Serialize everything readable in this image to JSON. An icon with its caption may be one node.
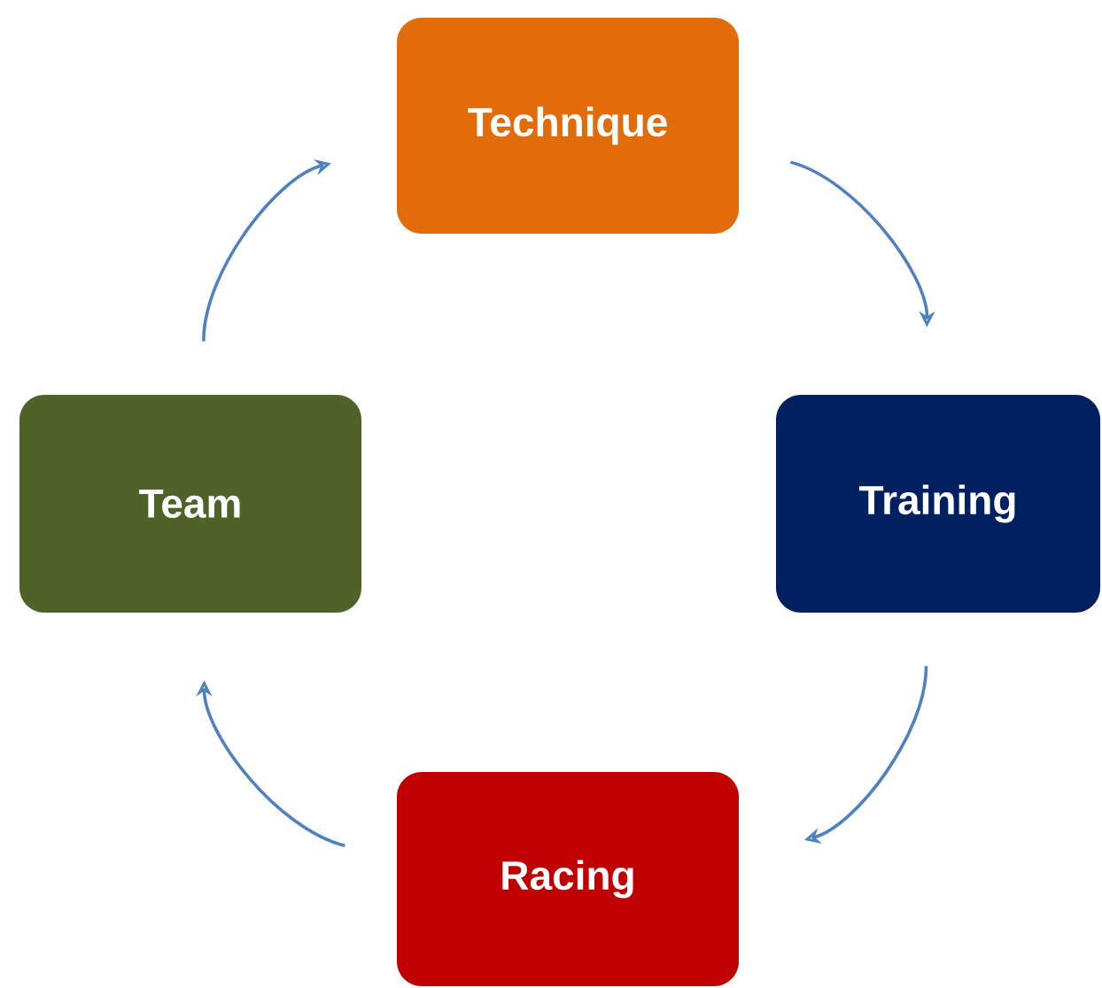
{
  "diagram": {
    "nodes": [
      {
        "text": [
          "Technique"
        ]
      },
      {
        "text": [
          "Training"
        ]
      },
      {
        "text": [
          "Racing"
        ]
      },
      {
        "text": [
          "Team"
        ]
      }
    ],
    "edges": [
      {
        "from": 0,
        "to": 1,
        "arrow": "to"
      },
      {
        "from": 1,
        "to": 2,
        "arrow": "to"
      },
      {
        "from": 2,
        "to": 3,
        "arrow": "to"
      },
      {
        "from": 3,
        "to": 0,
        "arrow": "to"
      }
    ]
  }
}
